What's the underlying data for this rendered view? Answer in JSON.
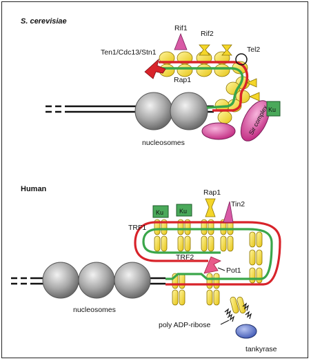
{
  "panels": {
    "yeast": {
      "title": "S. cerevisiae",
      "labels": {
        "ten1": "Ten1/Cdc13/Stn1",
        "rif1": "Rif1",
        "rif2": "Rif2",
        "tel2": "Tel2",
        "rap1": "Rap1",
        "ku": "Ku",
        "sir": "Sir complex",
        "nucleosomes": "nucleosomes"
      }
    },
    "human": {
      "title": "Human",
      "labels": {
        "ku1": "Ku",
        "ku2": "Ku",
        "rap1": "Rap1",
        "tin2": "Tin2",
        "trf1": "TRF1",
        "trf2": "TRF2",
        "pot1": "Pot1",
        "nucleosomes": "nucleosomes",
        "parp": "poly ADP-ribose",
        "tankyrase": "tankyrase"
      }
    }
  },
  "colors": {
    "strand_red": "#d8232a",
    "strand_green": "#3aa64a",
    "protein_yellow": "#f4e03a",
    "protein_magenta": "#d63a9a",
    "protein_pink": "#e37fbd",
    "ku_green": "#4aa95a",
    "nucleosome_gray": "#9a9a9a",
    "tankyrase_blue": "#4a66c0"
  }
}
